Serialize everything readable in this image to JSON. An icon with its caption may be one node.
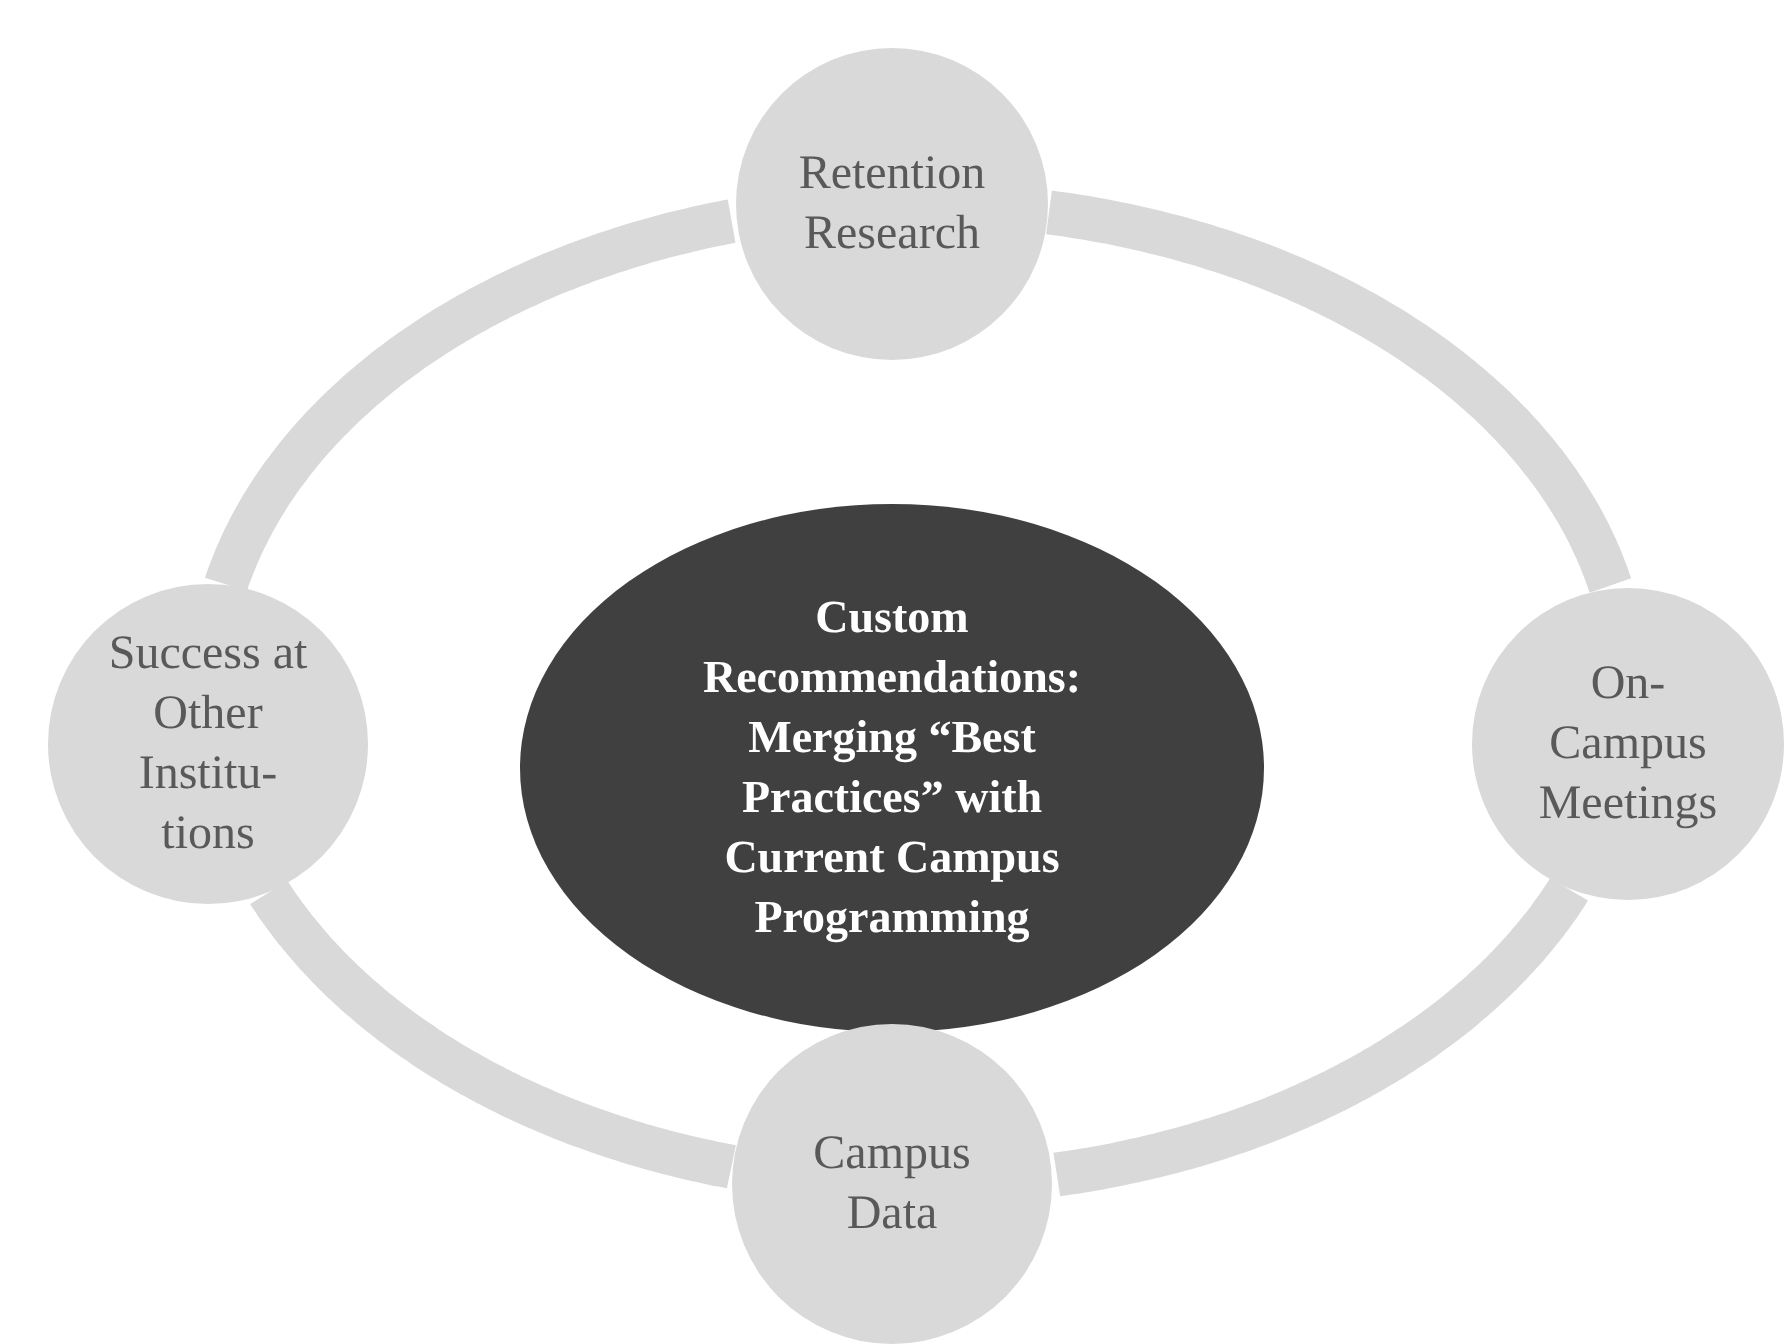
{
  "diagram": {
    "nodes": [
      {
        "text": [
          "Custom Recommendations: Merging “Best Practices” with Current Campus Programming"
        ]
      },
      {
        "text": [
          "Retention Research"
        ]
      },
      {
        "text": [
          "On-Campus Meetings"
        ]
      },
      {
        "text": [
          "Campus Data"
        ]
      },
      {
        "text": [
          "Success at Other Institu-tions"
        ]
      }
    ],
    "edges": [
      {
        "from": 1,
        "to": 2,
        "arrow": "none"
      },
      {
        "from": 2,
        "to": 3,
        "arrow": "none"
      },
      {
        "from": 3,
        "to": 4,
        "arrow": "none"
      },
      {
        "from": 4,
        "to": 1,
        "arrow": "none"
      }
    ]
  }
}
